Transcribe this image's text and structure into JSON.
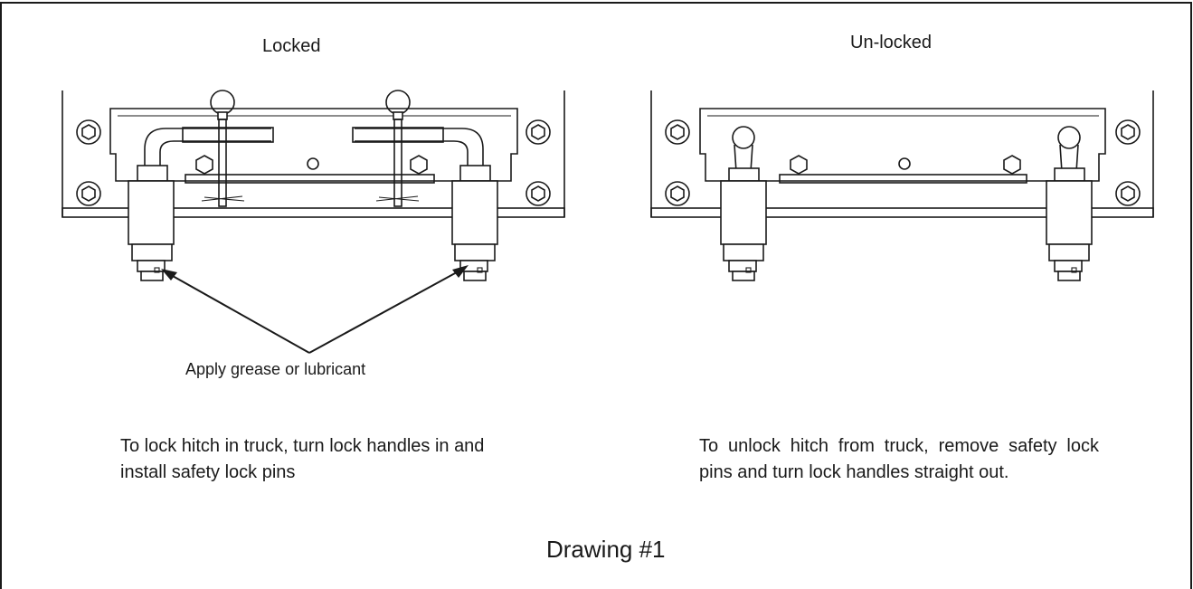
{
  "titles": {
    "locked": "Locked",
    "unlocked": "Un-locked"
  },
  "callout": {
    "text": "Apply grease or lubricant"
  },
  "captions": {
    "left": "To lock hitch in truck, turn lock handles in and install safety lock pins",
    "right": "To unlock hitch from truck, remove safety lock pins and turn lock handles straight out."
  },
  "drawing_label": "Drawing #1",
  "colors": {
    "line": "#1a1a1a",
    "background": "#ffffff"
  }
}
